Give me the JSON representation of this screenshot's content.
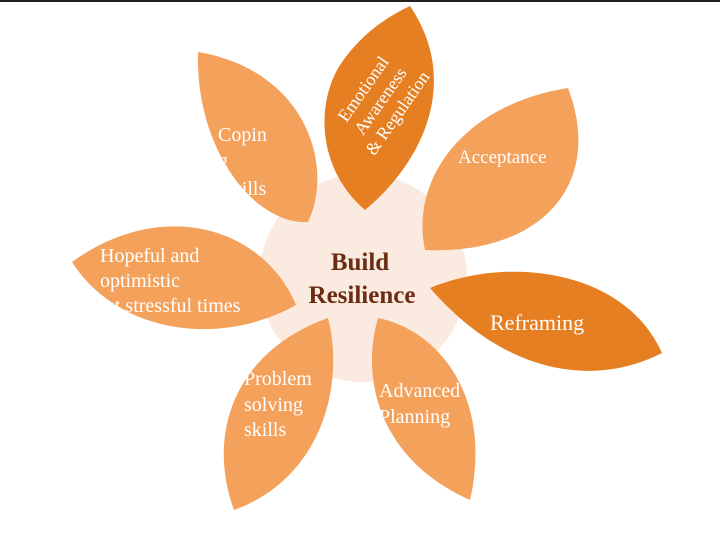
{
  "center": {
    "line1": "Build",
    "line2": "Resilience"
  },
  "colors": {
    "light_petal": "#f4a15c",
    "dark_petal": "#e67e22",
    "center_circle": "#fbeadf",
    "center_text": "#6b2c14"
  },
  "petals": [
    {
      "id": "emotional",
      "lines": [
        "Emotional",
        "Awareness",
        "& Regulation"
      ],
      "tone": "dark"
    },
    {
      "id": "acceptance",
      "lines": [
        "Acceptance"
      ],
      "tone": "light"
    },
    {
      "id": "reframing",
      "lines": [
        "Reframing"
      ],
      "tone": "dark"
    },
    {
      "id": "advanced-planning",
      "lines": [
        "Advanced",
        "Planning"
      ],
      "tone": "light"
    },
    {
      "id": "problem-solving",
      "lines": [
        "Problem",
        "solving",
        "skills"
      ],
      "tone": "light"
    },
    {
      "id": "hopeful",
      "lines": [
        "Hopeful and",
        "optimistic",
        "at stressful times"
      ],
      "tone": "light"
    },
    {
      "id": "coping",
      "lines": [
        "Copin",
        "g",
        "skills"
      ],
      "tone": "light"
    }
  ]
}
